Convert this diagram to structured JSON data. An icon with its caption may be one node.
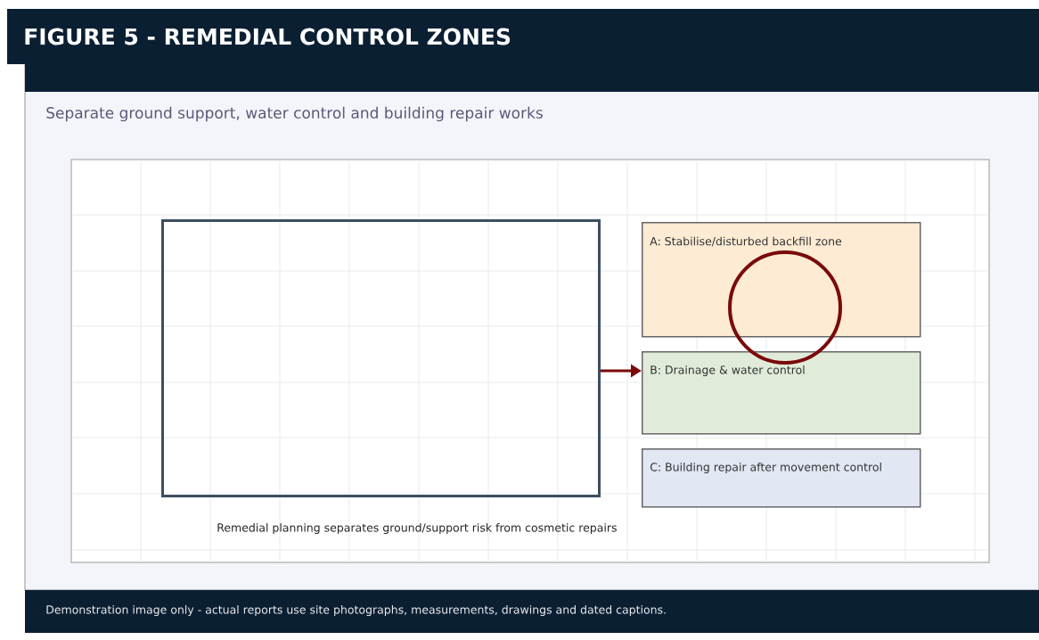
{
  "diagram": {
    "title": "FIGURE 5 - REMEDIAL CONTROL ZONES",
    "nodes": [
      {
        "text": [],
        "shape": "box"
      },
      {
        "text": [
          "A: Stabilise/disturbed backfill zone"
        ]
      },
      {
        "text": [
          "B: Drainage & water control"
        ]
      },
      {
        "text": [
          "C: Building repair after movement control"
        ]
      }
    ],
    "edges": [
      {
        "from": 0,
        "to": 2,
        "arrow": "to",
        "color": "#7a0a0a"
      }
    ],
    "labels": [
      "Separate ground support, water control and building repair works",
      "Remedial planning separates ground/support risk from cosmetic repairs",
      "Demonstration image only - actual reports use site photographs, measurements, drawings and dated captions."
    ]
  }
}
